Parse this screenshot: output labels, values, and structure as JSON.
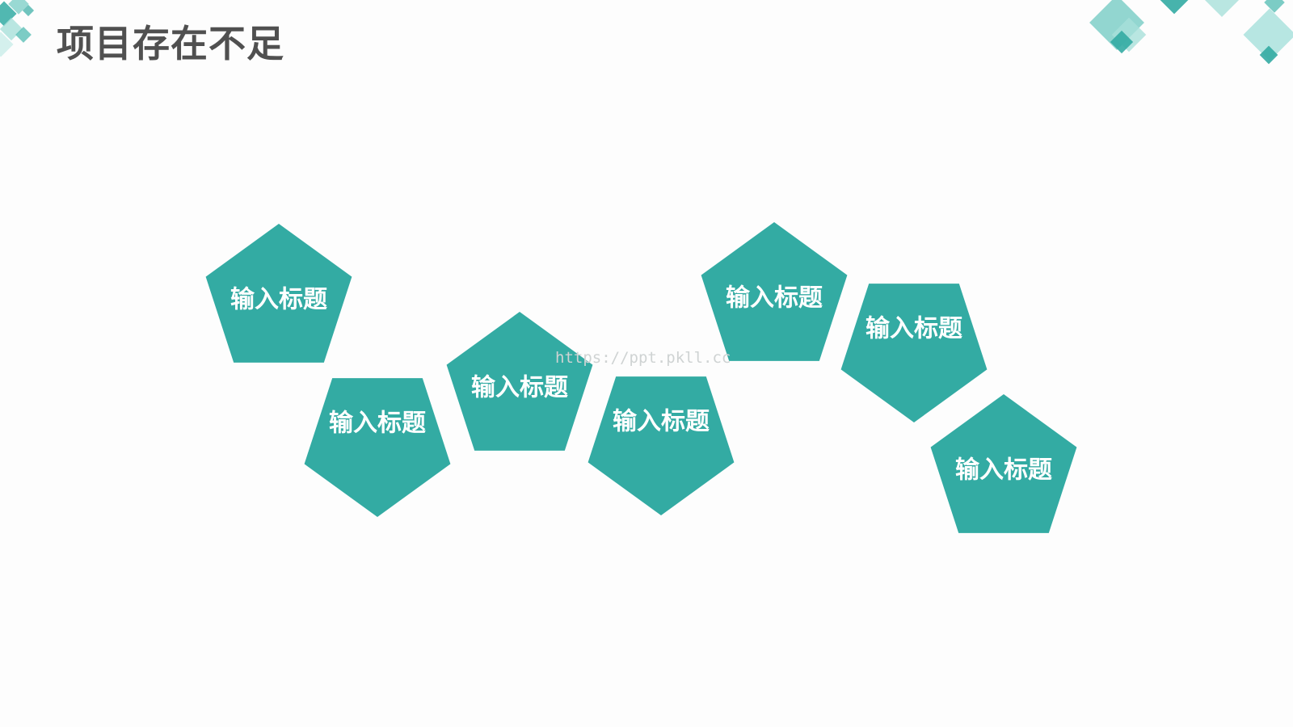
{
  "slide": {
    "title": "项目存在不足",
    "watermark": "https://ppt.pkll.cc",
    "accent_color": "#33aba3",
    "items": [
      {
        "label": "输入标题",
        "orientation": "up"
      },
      {
        "label": "输入标题",
        "orientation": "down"
      },
      {
        "label": "输入标题",
        "orientation": "up"
      },
      {
        "label": "输入标题",
        "orientation": "down"
      },
      {
        "label": "输入标题",
        "orientation": "up"
      },
      {
        "label": "输入标题",
        "orientation": "down"
      },
      {
        "label": "输入标题",
        "orientation": "up"
      }
    ]
  }
}
